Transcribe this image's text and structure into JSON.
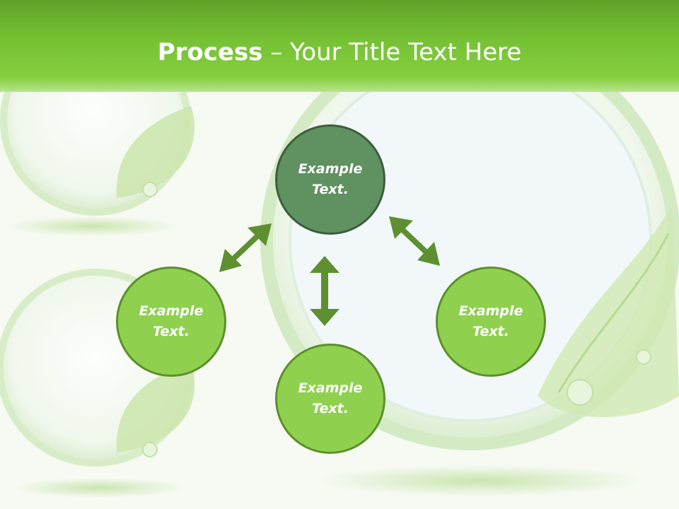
{
  "slide": {
    "title_bold": "Process",
    "title_rest": " – Your Title Text Here"
  },
  "diagram": {
    "nodes": [
      {
        "id": "top",
        "label": "Example Text."
      },
      {
        "id": "left",
        "label": "Example Text."
      },
      {
        "id": "bottom",
        "label": "Example Text."
      },
      {
        "id": "right",
        "label": "Example Text."
      }
    ],
    "connectors": [
      {
        "from": "top",
        "to": "left",
        "type": "double-arrow"
      },
      {
        "from": "top",
        "to": "bottom",
        "type": "double-arrow"
      },
      {
        "from": "top",
        "to": "right",
        "type": "double-arrow"
      }
    ]
  },
  "colors": {
    "header": "#76c234",
    "node_fill": "#8fd14f",
    "node_top_fill": "#5f9161",
    "arrow": "#5e9032"
  }
}
